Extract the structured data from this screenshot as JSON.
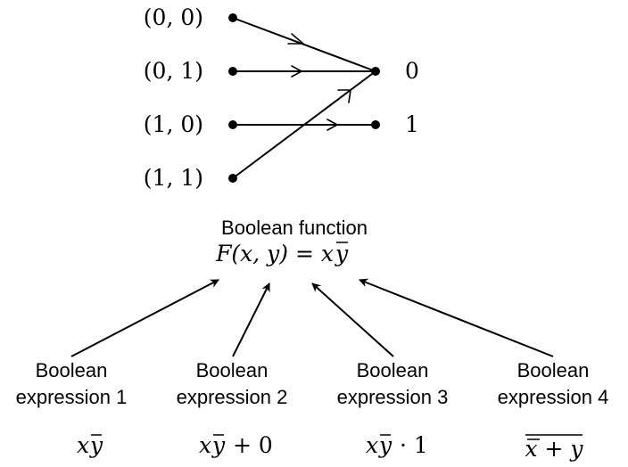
{
  "mapping": {
    "inputs": [
      "(0, 0)",
      "(0, 1)",
      "(1, 0)",
      "(1, 1)"
    ],
    "outputs": [
      "0",
      "1"
    ],
    "edges": [
      {
        "from": 0,
        "to": 0
      },
      {
        "from": 1,
        "to": 0
      },
      {
        "from": 2,
        "to": 1
      },
      {
        "from": 3,
        "to": 0
      }
    ]
  },
  "function": {
    "title": "Boolean function",
    "formula_lhs": "F(x, y) = x",
    "formula_bar": "y"
  },
  "expressions": [
    {
      "label_line1": "Boolean",
      "label_line2": "expression 1",
      "formula_main": "x",
      "formula_bar": "y",
      "formula_tail": ""
    },
    {
      "label_line1": "Boolean",
      "label_line2": "expression 2",
      "formula_main": "x",
      "formula_bar": "y",
      "formula_tail": " + 0"
    },
    {
      "label_line1": "Boolean",
      "label_line2": "expression 3",
      "formula_main": "x",
      "formula_bar": "y",
      "formula_tail": " · 1"
    },
    {
      "label_line1": "Boolean",
      "label_line2": "expression 4",
      "formula_main": "x + y",
      "formula_bar": "x",
      "formula_tail": ""
    }
  ]
}
